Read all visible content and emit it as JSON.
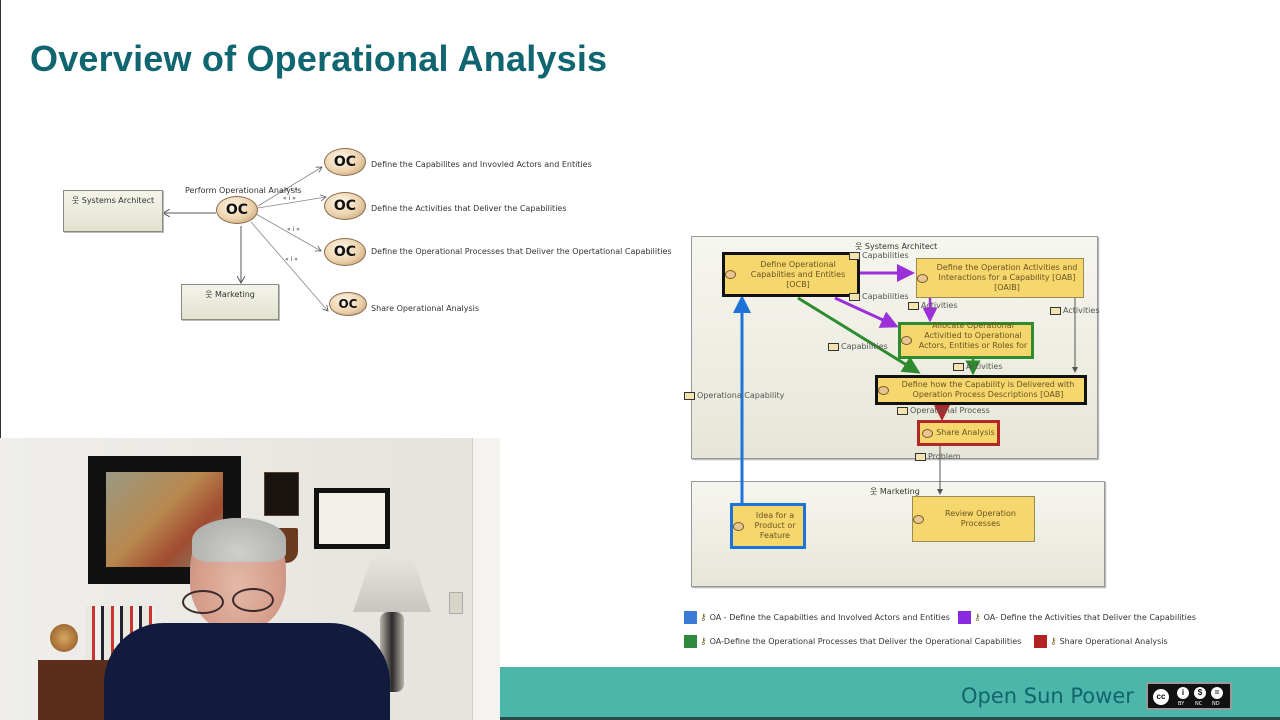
{
  "slide": {
    "title": "Overview of Operational Analysis"
  },
  "left_diagram": {
    "actors": [
      {
        "label": "Systems Architect"
      },
      {
        "label": "Marketing"
      }
    ],
    "central_capability": {
      "icon_text": "OC",
      "label": "Perform Operational Analysis"
    },
    "include_stereotype": "« i »",
    "sub_capabilities": [
      {
        "icon_text": "OC",
        "label": "Define the Capabilites and Invovled Actors and Entities"
      },
      {
        "icon_text": "OC",
        "label": "Define the Activities that Deliver the Capabilities"
      },
      {
        "icon_text": "OC",
        "label": "Define the Operational Processes that Deliver the Opertational Capabilities"
      },
      {
        "icon_text": "OC",
        "label": "Share Operational Analysis"
      }
    ]
  },
  "right_diagram": {
    "lanes": [
      {
        "label": "Systems Architect"
      },
      {
        "label": "Marketing"
      }
    ],
    "nodes": {
      "ocb": "Define Operational Capabilties and Entities [OCB]",
      "oab": "Define the Operation Activities and Interactions for a Capability [OAB] [OAIB]",
      "allocate": "Allocate Operational Activitied to Operational Actors, Entities or Roles for ...",
      "process": "Define how the Capability is Delivered with Operation Process Descriptions [OAB]",
      "share": "Share Analysis",
      "idea": "Idea for a Product or Feature",
      "review": "Review Operation Processes"
    },
    "ports": {
      "cap1": "Capabilities",
      "cap2": "Capabilities",
      "cap3": "Capabilities",
      "act1": "Activities",
      "act2": "Activities",
      "act3": "Activities",
      "opcap": "Operationa Capability",
      "opproc": "Operational Process",
      "problem": "Problem"
    },
    "colors": {
      "blue": "#1e73d8",
      "purple": "#9b30d8",
      "green": "#2e8b2e",
      "red": "#b02828",
      "node_fill": "#f5d76e"
    }
  },
  "legend": [
    {
      "color": "#3a7bd5",
      "label": "OA - Define the Capabilties and Involved Actors and Entities"
    },
    {
      "color": "#8a2be2",
      "label": "OA- Define the Activities that Deliver the Capabilities"
    },
    {
      "color": "#2e8b3e",
      "label": "OA-Define the Operational Processes that Deliver the Operational Capabilities"
    },
    {
      "color": "#b22222",
      "label": "Share Operational Analysis"
    }
  ],
  "footer": {
    "brand": "Open Sun Power",
    "license_icon_text": "cc",
    "license_labels": [
      "BY",
      "NC",
      "ND"
    ],
    "bar_color": "#4db6aa"
  }
}
